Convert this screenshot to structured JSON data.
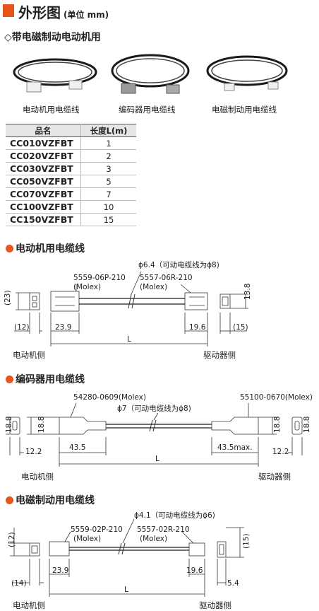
{
  "header": {
    "title": "外形图",
    "unit": "(单位 mm)"
  },
  "subtitle": "◇带电磁制动电动机用",
  "photos": [
    {
      "caption": "电动机用电缆线"
    },
    {
      "caption": "编码器用电缆线"
    },
    {
      "caption": "电磁制动用电缆线"
    }
  ],
  "table": {
    "headers": [
      "品名",
      "长度L(m)"
    ],
    "rows": [
      [
        "CC010VZFBT",
        "1"
      ],
      [
        "CC020VZFBT",
        "2"
      ],
      [
        "CC030VZFBT",
        "3"
      ],
      [
        "CC050VZFBT",
        "5"
      ],
      [
        "CC070VZFBT",
        "7"
      ],
      [
        "CC100VZFBT",
        "10"
      ],
      [
        "CC150VZFBT",
        "15"
      ]
    ]
  },
  "sections": {
    "motor": {
      "title": "电动机用电缆线",
      "cable_note": "ϕ6.4（可动电缆线为ϕ8)",
      "connector_left": "5559-06P-210",
      "connector_left_mfr": "(Molex)",
      "connector_right": "5557-06R-210",
      "connector_right_mfr": "(Molex)",
      "dims": {
        "left_height": "(23)",
        "right_height": "13.8",
        "left_width": "(12)",
        "left_len": "23.9",
        "L": "L",
        "right_len": "19.6",
        "right_width": "(15)"
      },
      "side_left": "电动机侧",
      "side_right": "驱动器侧"
    },
    "encoder": {
      "title": "编码器用电缆线",
      "connector_left": "54280-0609(Molex)",
      "connector_right": "55100-0670(Molex)",
      "cable_note": "ϕ7（可动电缆线为ϕ8)",
      "dims": {
        "left_height": "18.8",
        "mid_left_height": "18.8",
        "mid_right_height": "18.8",
        "right_height": "18.8",
        "left_width": "12.2",
        "left_len": "43.5",
        "L": "L",
        "right_len": "43.5max.",
        "right_width": "12.2"
      },
      "side_left": "电动机侧",
      "side_right": "驱动器侧"
    },
    "brake": {
      "title": "电磁制动用电缆线",
      "cable_note": "ϕ4.1（可动电缆线为ϕ6)",
      "connector_left": "5559-02P-210",
      "connector_left_mfr": "(Molex)",
      "connector_right": "5557-02R-210",
      "connector_right_mfr": "(Molex)",
      "dims": {
        "left_height": "(12)",
        "right_height": "(15)",
        "left_width": "(14)",
        "left_len": "23.9",
        "L": "L",
        "right_len": "19.6",
        "right_width": "5.4"
      },
      "side_left": "电动机侧",
      "side_right": "驱动器侧"
    }
  },
  "colors": {
    "accent": "#e8541c",
    "cable": "#1a1a1a",
    "line": "#333333"
  }
}
